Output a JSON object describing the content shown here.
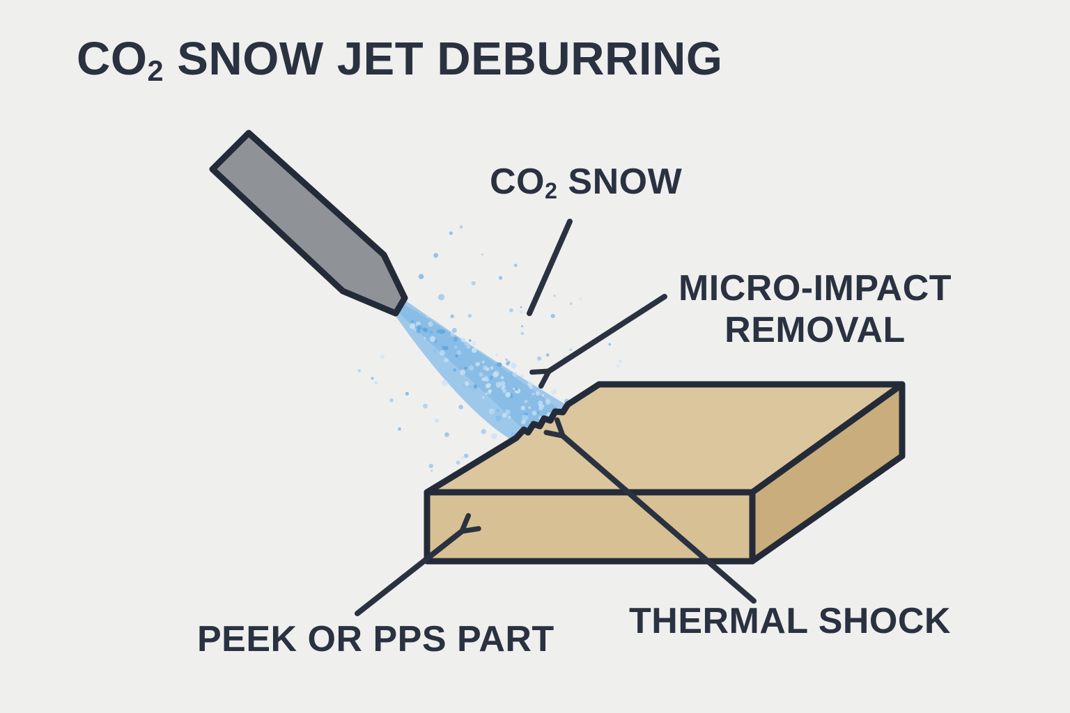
{
  "title": {
    "pre": "CO",
    "sub": "2",
    "post": " SNOW JET DEBURRING"
  },
  "labels": {
    "co2_snow": {
      "pre": "CO",
      "sub": "2",
      "post": " SNOW"
    },
    "micro_impact": {
      "line1": "MICRO-IMPACT",
      "line2": "REMOVAL"
    },
    "thermal_shock": {
      "text": "THERMAL SHOCK"
    },
    "peek_part": {
      "text": "PEEK OR PPS PART"
    }
  },
  "colors": {
    "background": "#efefee",
    "ink": "#2a3140",
    "outline": "#242b38",
    "nozzle_fill": "#8f9397",
    "spray_main": "#85bce9",
    "spray_light": "#c9e2f6",
    "spray_deep": "#5fa5dd",
    "block_top": "#dcc69e",
    "block_front": "#d7c094",
    "block_side": "#c9ad7c"
  }
}
